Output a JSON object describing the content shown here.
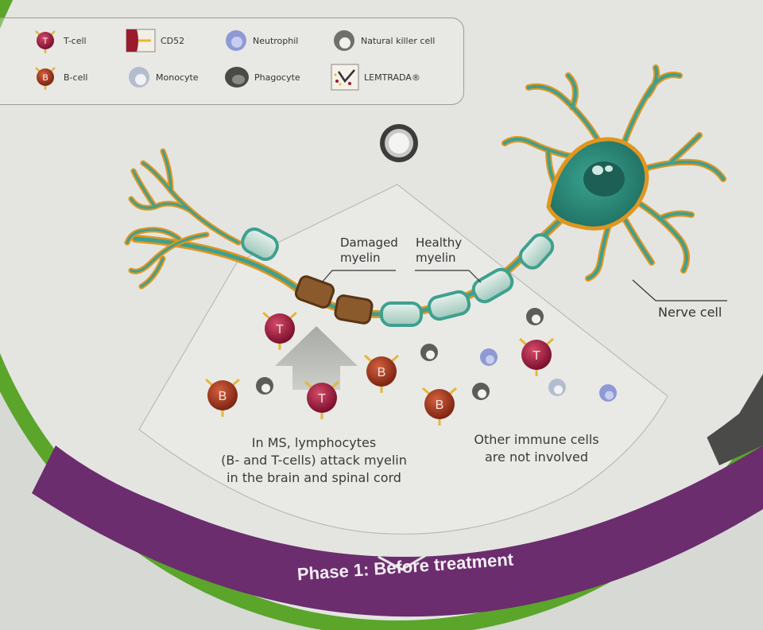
{
  "legend": {
    "tcell": "T-cell",
    "tcell_letter": "T",
    "bcell": "B-cell",
    "bcell_letter": "B",
    "cd52": "CD52",
    "monocyte": "Monocyte",
    "neutrophil": "Neutrophil",
    "phagocyte": "Phagocyte",
    "nk_cell": "Natural killer cell",
    "lemtrada": "LEMTRADA®"
  },
  "labels": {
    "damaged_myelin": [
      "Damaged",
      "myelin"
    ],
    "healthy_myelin": [
      "Healthy",
      "myelin"
    ],
    "nerve_cell": "Nerve cell"
  },
  "text": {
    "ms_lines": [
      "In MS, lymphocytes",
      "(B- and T-cells) attack myelin",
      "in the brain and spinal cord"
    ],
    "other_lines": [
      "Other immune cells",
      "are not involved"
    ]
  },
  "phase_title": "Phase 1: Before treatment",
  "colors": {
    "tcell": "#a01a3c",
    "bcell": "#a8331f",
    "neutrophil": "#8d9ad4",
    "monocyte": "#b4bccf",
    "phagocyte": "#4a4a46",
    "nk_cell": "#6f706c",
    "receptor": "#e2b83a",
    "purple_band": "#6b2d6e",
    "green_band": "#5aa52a",
    "neuron": "#3fa08e",
    "dendrite": "#e0961f",
    "healthy_myelin": "#66b8a4",
    "damaged_myelin": "#7a4a22"
  }
}
